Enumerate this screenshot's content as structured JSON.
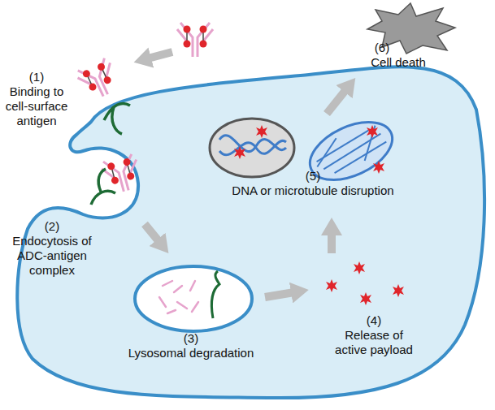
{
  "diagram": {
    "labels": [
      "(1)",
      "Binding to cell-surface antigen",
      "(2)",
      "Endocytosis of ADC-antigen complex",
      "(3)",
      "Lysosomal degradation",
      "(4)",
      "Release of active payload",
      "(5)",
      "DNA or microtubule disruption",
      "(6)",
      "Cell death"
    ]
  }
}
